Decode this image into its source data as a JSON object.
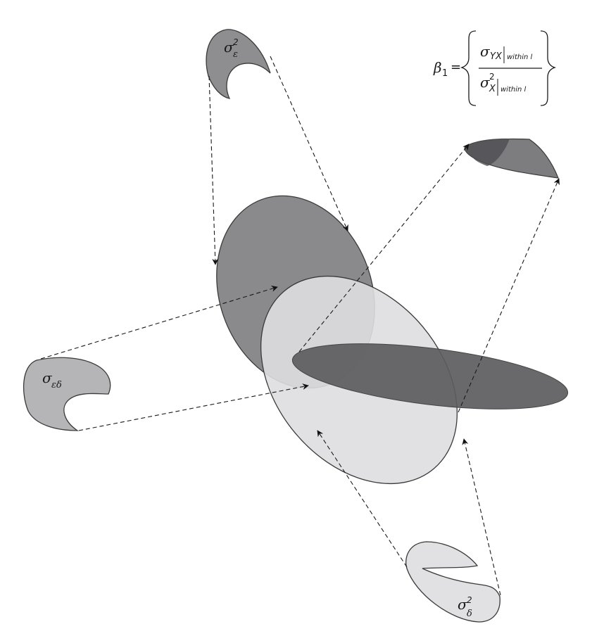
{
  "shapes": {
    "epsilon_variance": {
      "symbol": "σ",
      "sup": "2",
      "sub": "ε",
      "color": "#8e8e90"
    },
    "epsilon_delta_covariance": {
      "symbol": "σ",
      "sub": "εδ",
      "color": "#b5b5b7"
    },
    "delta_variance": {
      "symbol": "σ",
      "sup": "2",
      "sub": "δ",
      "color": "#e1e1e3"
    },
    "regression_cap": {
      "color_light": "#7d7d80",
      "color_dark": "#4e4e51"
    }
  },
  "ellipses": {
    "upper": {
      "color": "#8a8a8d"
    },
    "light": {
      "color": "#dedee0"
    },
    "flat": {
      "color": "#5c5c60"
    }
  },
  "equation": {
    "beta": "β",
    "beta_sub": "1",
    "equals": "=",
    "numerator_sigma": "σ",
    "numerator_sub": "YX",
    "numerator_cond": "within l",
    "denominator_sigma": "σ",
    "denominator_sup": "2",
    "denominator_sub": "X",
    "denominator_cond": "within l"
  }
}
